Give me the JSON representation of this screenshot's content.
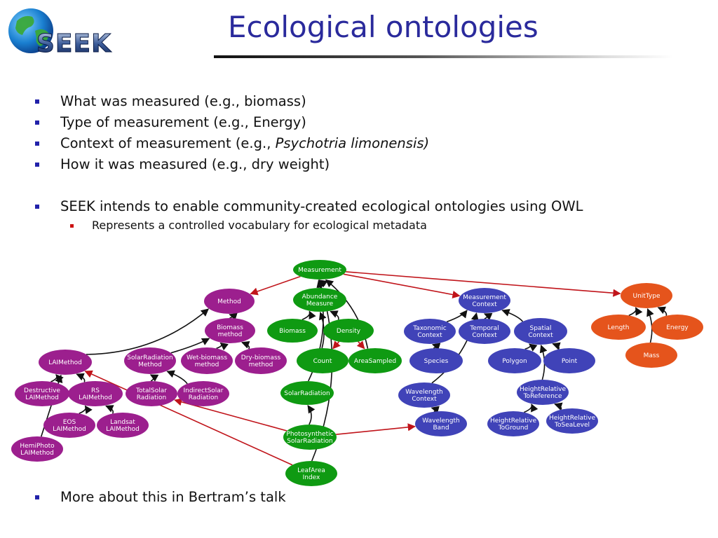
{
  "logo": {
    "text": "SEEK"
  },
  "title": "Ecological ontologies",
  "bullets": [
    {
      "text": "What was measured (e.g., biomass)"
    },
    {
      "text": "Type of measurement (e.g., Energy)"
    },
    {
      "prefix": "Context of measurement (e.g., ",
      "italic": "Psychotria limonensis)"
    },
    {
      "text": "How it was measured (e.g., dry weight)"
    },
    {
      "text": "SEEK intends to enable community-created ecological ontologies using OWL"
    }
  ],
  "sub_bullet": "Represents a controlled vocabulary for ecological metadata",
  "last_bullet": "More about this in Bertram’s talk",
  "colors": {
    "purple": "#9c1f8e",
    "green": "#0f9a12",
    "blue": "#4043b8",
    "orange": "#e5541c",
    "red_arrow": "#c0141a",
    "black_arrow": "#111111"
  },
  "nodes": [
    {
      "id": "measurement",
      "color": "green",
      "lines": [
        "Measurement"
      ]
    },
    {
      "id": "abundance",
      "color": "green",
      "lines": [
        "Abundance",
        "Measure"
      ]
    },
    {
      "id": "biomass",
      "color": "green",
      "lines": [
        "Biomass"
      ]
    },
    {
      "id": "density",
      "color": "green",
      "lines": [
        "Density"
      ]
    },
    {
      "id": "count",
      "color": "green",
      "lines": [
        "Count"
      ]
    },
    {
      "id": "areasampled",
      "color": "green",
      "lines": [
        "AreaSampled"
      ]
    },
    {
      "id": "solarradiation",
      "color": "green",
      "lines": [
        "SolarRadiation"
      ]
    },
    {
      "id": "photosynthetic",
      "color": "green",
      "lines": [
        "Photosynthetic",
        "SolarRadiation"
      ]
    },
    {
      "id": "leafarea",
      "color": "green",
      "lines": [
        "LeafArea",
        "Index"
      ]
    },
    {
      "id": "method",
      "color": "purple",
      "lines": [
        "Method"
      ]
    },
    {
      "id": "biomassmethod",
      "color": "purple",
      "lines": [
        "Biomass",
        "method"
      ]
    },
    {
      "id": "laimethod",
      "color": "purple",
      "lines": [
        "LAIMethod"
      ]
    },
    {
      "id": "solarradmethod",
      "color": "purple",
      "lines": [
        "SolarRadiation",
        "Method"
      ]
    },
    {
      "id": "wetbiomass",
      "color": "purple",
      "lines": [
        "Wet-biomass",
        "method"
      ]
    },
    {
      "id": "drybiomass",
      "color": "purple",
      "lines": [
        "Dry-biomass",
        "method"
      ]
    },
    {
      "id": "destructive",
      "color": "purple",
      "lines": [
        "Destructive",
        "LAIMethod"
      ]
    },
    {
      "id": "rs",
      "color": "purple",
      "lines": [
        "RS",
        "LAIMethod"
      ]
    },
    {
      "id": "totalsolar",
      "color": "purple",
      "lines": [
        "TotalSolar",
        "Radiation"
      ]
    },
    {
      "id": "indirectsolar",
      "color": "purple",
      "lines": [
        "IndirectSolar",
        "Radiation"
      ]
    },
    {
      "id": "eos",
      "color": "purple",
      "lines": [
        "EOS",
        "LAIMethod"
      ]
    },
    {
      "id": "landsat",
      "color": "purple",
      "lines": [
        "Landsat",
        "LAIMethod"
      ]
    },
    {
      "id": "hemiphoto",
      "color": "purple",
      "lines": [
        "HemiPhoto",
        "LAIMethod"
      ]
    },
    {
      "id": "measurementcontext",
      "color": "blue",
      "lines": [
        "Measurement",
        "Context"
      ]
    },
    {
      "id": "taxonomic",
      "color": "blue",
      "lines": [
        "Taxonomic",
        "Context"
      ]
    },
    {
      "id": "temporal",
      "color": "blue",
      "lines": [
        "Temporal",
        "Context"
      ]
    },
    {
      "id": "spatial",
      "color": "blue",
      "lines": [
        "Spatial",
        "Context"
      ]
    },
    {
      "id": "species",
      "color": "blue",
      "lines": [
        "Species"
      ]
    },
    {
      "id": "polygon",
      "color": "blue",
      "lines": [
        "Polygon"
      ]
    },
    {
      "id": "point",
      "color": "blue",
      "lines": [
        "Point"
      ]
    },
    {
      "id": "wavelengthcontext",
      "color": "blue",
      "lines": [
        "Wavelength",
        "Context"
      ]
    },
    {
      "id": "wavelengthband",
      "color": "blue",
      "lines": [
        "Wavelength",
        "Band"
      ]
    },
    {
      "id": "heightreference",
      "color": "blue",
      "lines": [
        "HeightRelative",
        "ToReference"
      ]
    },
    {
      "id": "heightground",
      "color": "blue",
      "lines": [
        "HeightRelative",
        "ToGround"
      ]
    },
    {
      "id": "heightsea",
      "color": "blue",
      "lines": [
        "HeightRelative",
        "ToSeaLevel"
      ]
    },
    {
      "id": "unittype",
      "color": "orange",
      "lines": [
        "UnitType"
      ]
    },
    {
      "id": "length",
      "color": "orange",
      "lines": [
        "Length"
      ]
    },
    {
      "id": "energy",
      "color": "orange",
      "lines": [
        "Energy"
      ]
    },
    {
      "id": "mass",
      "color": "orange",
      "lines": [
        "Mass"
      ]
    }
  ],
  "edges": [
    {
      "from": "measurement",
      "to": "method",
      "color": "red_arrow"
    },
    {
      "from": "measurement",
      "to": "measurementcontext",
      "color": "red_arrow"
    },
    {
      "from": "measurement",
      "to": "unittype",
      "color": "red_arrow"
    },
    {
      "from": "abundance",
      "to": "measurement",
      "color": "black_arrow"
    },
    {
      "from": "biomass",
      "to": "abundance",
      "color": "black_arrow"
    },
    {
      "from": "density",
      "to": "abundance",
      "color": "black_arrow"
    },
    {
      "from": "count",
      "to": "abundance",
      "color": "black_arrow"
    },
    {
      "from": "density",
      "to": "count",
      "color": "red_arrow"
    },
    {
      "from": "density",
      "to": "areasampled",
      "color": "red_arrow"
    },
    {
      "from": "areasampled",
      "to": "measurement",
      "color": "black_arrow"
    },
    {
      "from": "solarradiation",
      "to": "measurement",
      "color": "black_arrow"
    },
    {
      "from": "photosynthetic",
      "to": "solarradiation",
      "color": "black_arrow"
    },
    {
      "from": "photosynthetic",
      "to": "totalsolar",
      "color": "red_arrow"
    },
    {
      "from": "photosynthetic",
      "to": "wavelengthband",
      "color": "red_arrow"
    },
    {
      "from": "leafarea",
      "to": "measurement",
      "color": "black_arrow"
    },
    {
      "from": "leafarea",
      "to": "laimethod",
      "color": "red_arrow"
    },
    {
      "from": "biomassmethod",
      "to": "method",
      "color": "black_arrow"
    },
    {
      "from": "laimethod",
      "to": "method",
      "color": "black_arrow"
    },
    {
      "from": "solarradmethod",
      "to": "biomassmethod",
      "color": "black_arrow"
    },
    {
      "from": "wetbiomass",
      "to": "biomassmethod",
      "color": "black_arrow"
    },
    {
      "from": "drybiomass",
      "to": "biomassmethod",
      "color": "black_arrow"
    },
    {
      "from": "totalsolar",
      "to": "solarradmethod",
      "color": "black_arrow"
    },
    {
      "from": "indirectsolar",
      "to": "solarradmethod",
      "color": "black_arrow"
    },
    {
      "from": "destructive",
      "to": "laimethod",
      "color": "black_arrow"
    },
    {
      "from": "rs",
      "to": "laimethod",
      "color": "black_arrow"
    },
    {
      "from": "eos",
      "to": "rs",
      "color": "black_arrow"
    },
    {
      "from": "landsat",
      "to": "rs",
      "color": "black_arrow"
    },
    {
      "from": "hemiphoto",
      "to": "laimethod",
      "color": "black_arrow"
    },
    {
      "from": "taxonomic",
      "to": "measurementcontext",
      "color": "black_arrow"
    },
    {
      "from": "temporal",
      "to": "measurementcontext",
      "color": "black_arrow"
    },
    {
      "from": "spatial",
      "to": "measurementcontext",
      "color": "black_arrow"
    },
    {
      "from": "species",
      "to": "taxonomic",
      "color": "black_arrow"
    },
    {
      "from": "polygon",
      "to": "spatial",
      "color": "black_arrow"
    },
    {
      "from": "point",
      "to": "spatial",
      "color": "black_arrow"
    },
    {
      "from": "wavelengthcontext",
      "to": "measurementcontext",
      "color": "black_arrow"
    },
    {
      "from": "wavelengthband",
      "to": "wavelengthcontext",
      "color": "black_arrow"
    },
    {
      "from": "heightreference",
      "to": "spatial",
      "color": "black_arrow"
    },
    {
      "from": "heightground",
      "to": "heightreference",
      "color": "black_arrow"
    },
    {
      "from": "heightsea",
      "to": "heightreference",
      "color": "black_arrow"
    },
    {
      "from": "length",
      "to": "unittype",
      "color": "black_arrow"
    },
    {
      "from": "energy",
      "to": "unittype",
      "color": "black_arrow"
    },
    {
      "from": "mass",
      "to": "unittype",
      "color": "black_arrow"
    }
  ]
}
